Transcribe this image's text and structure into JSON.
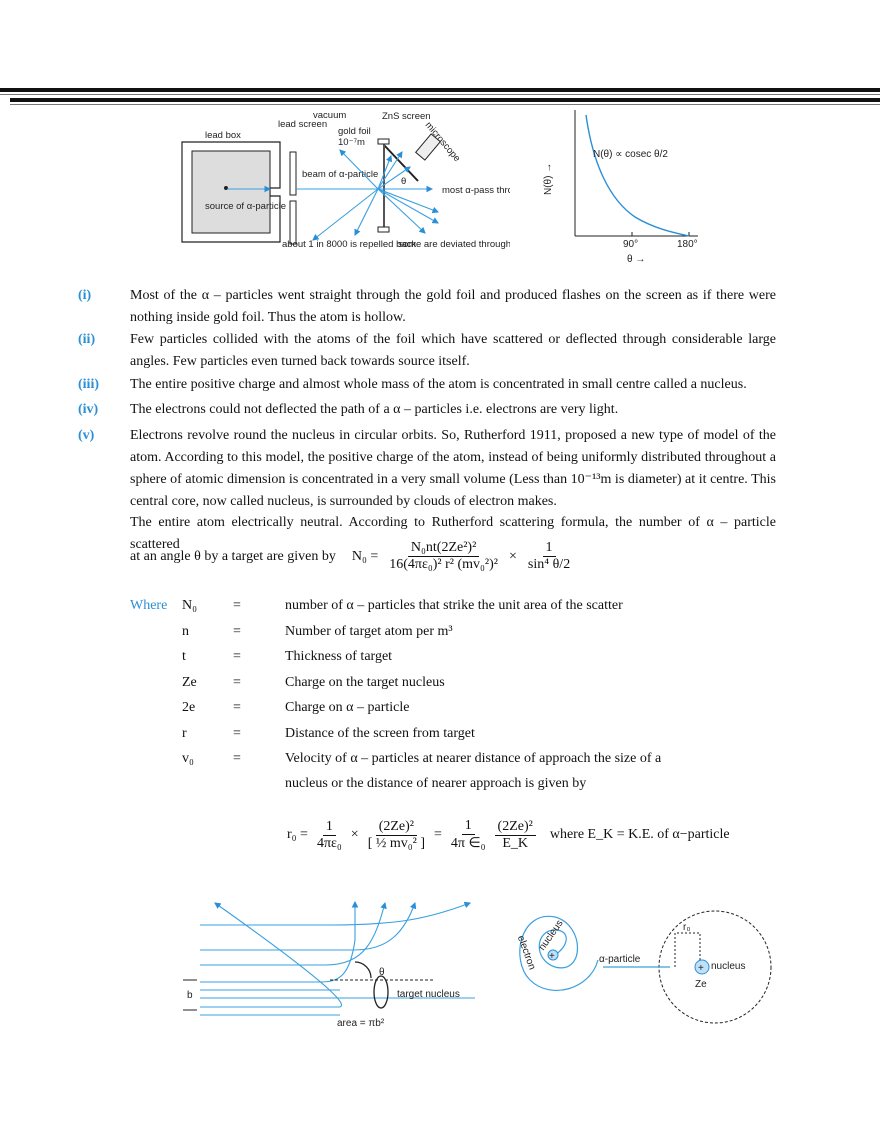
{
  "figure1": {
    "labels": {
      "lead_box": "lead box",
      "lead_screen": "lead screen",
      "vacuum": "vacuum",
      "gold_foil": "gold foil",
      "gold_foil_thickness": "10⁻⁷m",
      "zns_screen": "ZnS screen",
      "microscope": "microscope",
      "beam": "beam of α-particle",
      "source": "source of α-particle",
      "theta": "θ",
      "most_pass": "most α-pass through",
      "repelled": "about 1 in 8000 is repelled back",
      "deviated": "some are deviated through large angle θ"
    },
    "graph": {
      "relation": "N(θ) ∝ cosec θ/2",
      "ylabel": "N(θ) →",
      "xlabel": "θ →",
      "xticks": [
        "90°",
        "180°"
      ]
    }
  },
  "items": [
    {
      "label": "(i)",
      "text": "Most of the α – particles went straight through the gold foil and produced flashes on the screen as if there were nothing inside gold foil. Thus the atom is hollow."
    },
    {
      "label": "(ii)",
      "text": "Few particles collided with the atoms of the foil which have scattered or deflected through considerable large angles. Few particles even turned back towards source itself."
    },
    {
      "label": "(iii)",
      "text": "The entire positive charge and almost whole mass of the atom is concentrated in small centre called a nucleus."
    },
    {
      "label": "(iv)",
      "text": "The electrons could not deflected the path of a α – particles i.e. electrons are very light."
    },
    {
      "label": "(v)",
      "text": "Electrons revolve round the nucleus in circular orbits. So, Rutherford 1911, proposed a new type of model of the atom. According to this model, the positive charge of the atom, instead of being uniformly distributed throughout a sphere of atomic dimension is concentrated in a very small volume (Less than 10⁻¹³m is diameter) at it centre. This central core, now called nucleus, is surrounded by clouds of electron makes."
    }
  ],
  "paragraph": "The entire atom electrically neutral.  According to Rutherford scattering formula, the number of α – particle scattered",
  "formula1": {
    "lead": "at an angle θ by a target are given by",
    "lhs": "N₀ =",
    "numerator": "N₀nt(2Ze²)²",
    "denominator": "16(4πε₀)² r² (mv₀²)²",
    "times": "×",
    "num2": "1",
    "den2": "sin⁴ θ/2"
  },
  "where_label": "Where",
  "definitions": [
    {
      "sym": "N₀",
      "eq": "=",
      "desc": "number of α – particles that strike the unit area of the scatter"
    },
    {
      "sym": "n",
      "eq": "=",
      "desc": "Number of target atom per m³"
    },
    {
      "sym": "t",
      "eq": "=",
      "desc": "Thickness of target"
    },
    {
      "sym": "Ze",
      "eq": "=",
      "desc": "Charge on the target nucleus"
    },
    {
      "sym": "2e",
      "eq": "=",
      "desc": "Charge on α – particle"
    },
    {
      "sym": "r",
      "eq": "=",
      "desc": "Distance of the screen from target"
    },
    {
      "sym": "v₀",
      "eq": "=",
      "desc": "Velocity of α – particles at nearer distance of approach the size of a"
    }
  ],
  "def_continuation": "nucleus or the distance of nearer approach is given by",
  "formula2": {
    "lhs": "r₀ =",
    "f1_num": "1",
    "f1_den": "4πε₀",
    "times": "×",
    "f2_num": "(2Ze)²",
    "f2_den": "[ ½ mv₀² ]",
    "eq": "=",
    "f3_num": "1",
    "f3_den": "4π ∈₀",
    "f4_num": "(2Ze)²",
    "f4_den": "E_K",
    "where": "where E_K = K.E. of α−particle"
  },
  "figure2": {
    "labels": {
      "theta": "θ",
      "b": "b",
      "target": "target nucleus",
      "area": "area = πb²"
    }
  },
  "figure3": {
    "labels": {
      "electron": "electron",
      "nucleus": "nucleus",
      "alpha": "α-particle",
      "r0": "r₀",
      "nucleus2": "nucleus",
      "ze": "Ze",
      "plus": "+"
    }
  },
  "colors": {
    "accent": "#2a8fd6",
    "line": "#3aa0e0"
  }
}
